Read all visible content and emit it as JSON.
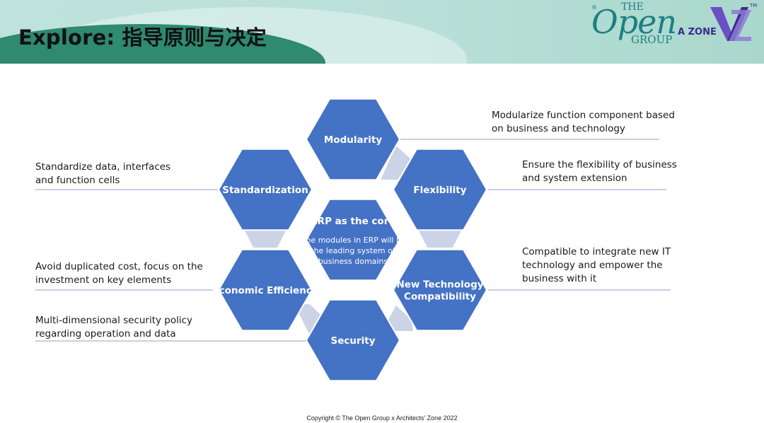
{
  "header": {
    "title": "Explore: 指导原则与决定",
    "logo_the": "THE",
    "logo_open": "Open",
    "logo_group": "GROUP",
    "logo_azone": "A ZONE",
    "logo_reg": "®",
    "logo_tm": "TM"
  },
  "diagram": {
    "hexagons": [
      {
        "id": "modularity",
        "label": "Modularity"
      },
      {
        "id": "flexibility",
        "label": "Flexibility"
      },
      {
        "id": "standardization",
        "label": "Standardization"
      },
      {
        "id": "core",
        "label": "ERP as the core",
        "sublabel": "-the modules in ERP will be\nthe leading system of\nbusiness domains"
      },
      {
        "id": "economic",
        "label": "Economic Efficiency"
      },
      {
        "id": "newtech",
        "label": "New Technology\nCompatibility"
      },
      {
        "id": "security",
        "label": "Security"
      }
    ],
    "notes": {
      "modularity": "Modularize function component based\non business and technology",
      "flexibility": "Ensure the flexibility of business\nand system extension",
      "standardization": "Standardize data, interfaces\nand function cells",
      "newtech": "Compatible to integrate new IT\ntechnology and empower the\nbusiness with it",
      "economic": "Avoid duplicated cost, focus on the\ninvestment on key elements",
      "security": "Multi-dimensional security policy\nregarding operation and data"
    },
    "colors": {
      "hex_fill": "#4472c4",
      "hex_stroke": "#ffffff",
      "connector": "#cdd3e6",
      "line": "#8ea3c8"
    }
  },
  "footer": {
    "copyright": "Copyright © The Open Group x Architects' Zone 2022"
  }
}
